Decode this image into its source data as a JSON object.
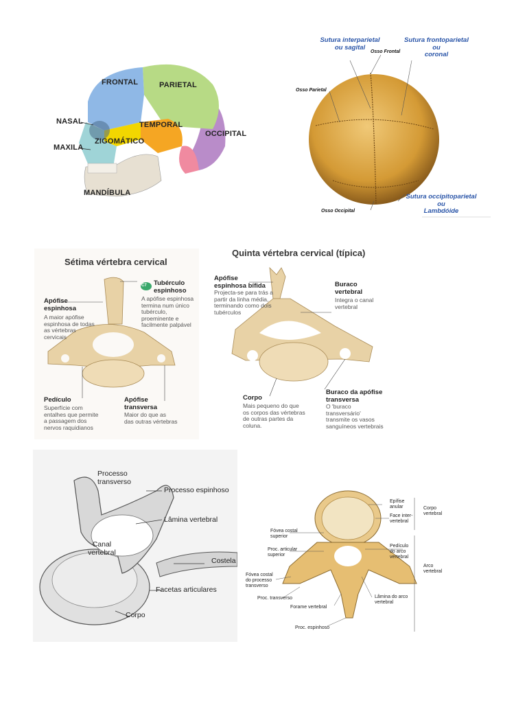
{
  "skull_lateral": {
    "frontal": "FRONTAL",
    "parietal": "PARIETAL",
    "nasal": "NASAL",
    "temporal": "TEMPORAL",
    "occipital": "OCCIPITAL",
    "maxila": "MAXILA",
    "zigomatico": "ZIGOMÁTICO",
    "mandibula": "MANDÍBULA"
  },
  "skull_superior": {
    "sutura_interparietal": "Sutura interparietal\nou sagital",
    "osso_frontal": "Osso Frontal",
    "sutura_frontoparietal": "Sutura frontoparietal\nou\ncoronal",
    "osso_parietal": "Osso Parietal",
    "sutura_occipitoparietal": "Sutura occipitoparietal\nou\nLambdóide",
    "osso_occipital": "Osso Occipital"
  },
  "c7": {
    "title": "Sétima vértebra cervical",
    "badge": "C7",
    "tuberculo_name": "Tubérculo\nespinhoso",
    "tuberculo_desc": "A apófise espinhosa\ntermina num único\ntubérculo,\nproeminente e\nfacilmente palpável",
    "apofise_esp_name": "Apófise\nespinhosa",
    "apofise_esp_desc": "A maior apófise\nespinhosa de todas\nas vértebras\ncervicais",
    "pediculo_name": "Pedículo",
    "pediculo_desc": "Superfície com\nentalhes que permite\na passagem dos\nnervos raquidianos",
    "apofise_trans_name": "Apófise\ntransversa",
    "apofise_trans_desc": "Maior do que as\ndas outras vértebras"
  },
  "c5": {
    "title": "Quinta vértebra cervical (típica)",
    "bifida_name": "Apófise\nespinhosa bífida",
    "bifida_desc": "Projecta-se para trás a\npartir da linha média,\nterminando como dois\ntubérculos",
    "buraco_name": "Buraco\nvertebral",
    "buraco_desc": "Integra o canal\nvertebral",
    "corpo_name": "Corpo",
    "corpo_desc": "Mais pequeno do que\nos corpos das vértebras\nde outras partes da\ncoluna.",
    "buraco_trans_name": "Buraco da apófise\ntransversa",
    "buraco_trans_desc": "O 'buraco\ntransversário'\ntransmite os vasos\nsanguíneos vertebrais"
  },
  "thoracic_sketch": {
    "processo_transverso": "Processo\ntransverso",
    "processo_espinhoso": "Processo espinhoso",
    "lamina_vertebral": "Lâmina vertebral",
    "canal_vertebral": "Canal\nvertebral",
    "costela": "Costela",
    "facetas": "Facetas articulares",
    "corpo": "Corpo"
  },
  "thoracic_color": {
    "epifise": "Epífise\nanular",
    "face_inter": "Face inter-\nvertebral",
    "corpo_vertebral": "Corpo\nvertebral",
    "fovea_costal_sup": "Fóvea costal\nsuperior",
    "proc_articular_sup": "Proc. articular\nsuperior",
    "pediculo_arco": "Pedículo\ndo arco\nvertebral",
    "arco_vertebral": "Arco\nvertebral",
    "fovea_costal_trans": "Fóvea costal\ndo processo\ntransverso",
    "proc_transverso": "Proc. transverso",
    "lamina_arco": "Lâmina do arco\nvertebral",
    "forame_vertebral": "Forame vertebral",
    "proc_espinhoso": "Proc. espinhoso"
  },
  "colors": {
    "frontal_bone": "#8fb8e6",
    "parietal_bone": "#b7da85",
    "temporal_bone": "#f5a623",
    "occipital_bone": "#b98cc9",
    "zygomatic_bone": "#f2d600",
    "skull_gold": "#d9a441",
    "label_blue": "#2a55a8",
    "bone_beige": "#e8d2a6"
  }
}
